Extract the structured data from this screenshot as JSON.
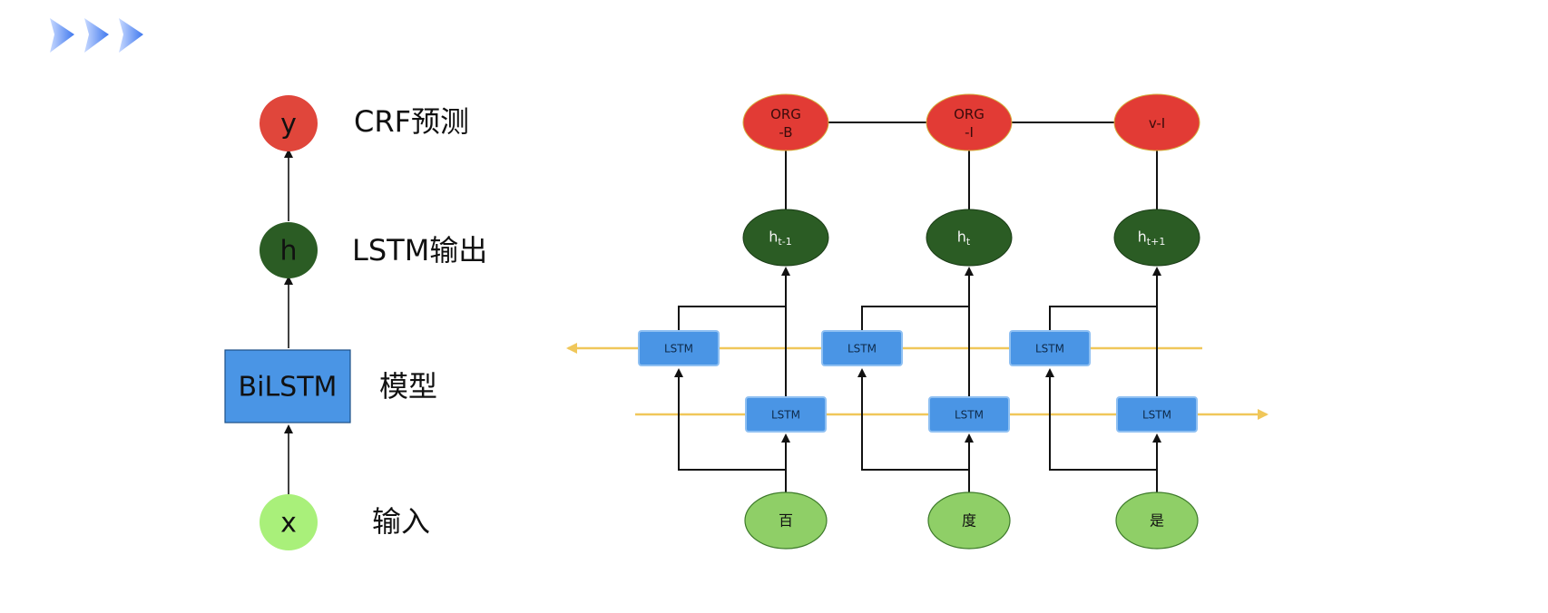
{
  "colors": {
    "y_node": "#e0463b",
    "h_node": "#2b5c24",
    "x_node": "#a9f07a",
    "bilstm": "#4a95e5",
    "crf_node": "#e23b35",
    "hidden_node": "#2b5c24",
    "input_node": "#8fcf67",
    "lstm_cell": "#4a95e5",
    "forward_arrow": "#f0c75a",
    "chevron": "#5b8ff0"
  },
  "legend": {
    "y": {
      "symbol": "y",
      "label": "CRF预测"
    },
    "h": {
      "symbol": "h",
      "label": "LSTM输出"
    },
    "model": {
      "symbol": "BiLSTM",
      "label": "模型"
    },
    "x": {
      "symbol": "x",
      "label": "输入"
    }
  },
  "network": {
    "crf": [
      "ORG\n-B",
      "ORG\n-I",
      "v-I"
    ],
    "hidden": [
      {
        "base": "h",
        "sub": "t-1"
      },
      {
        "base": "h",
        "sub": "t"
      },
      {
        "base": "h",
        "sub": "t+1"
      }
    ],
    "lstm_label": "LSTM",
    "inputs": [
      "百",
      "度",
      "是"
    ]
  }
}
